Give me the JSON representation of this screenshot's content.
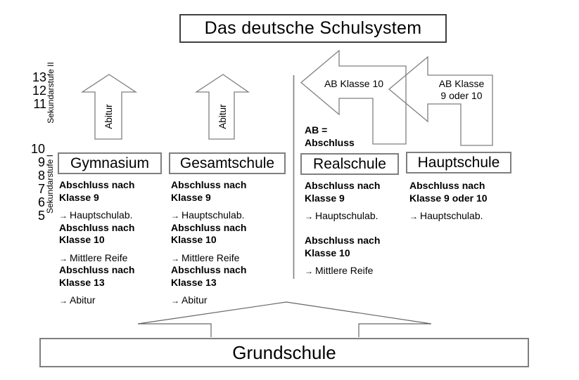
{
  "title": "Das deutsche Schulsystem",
  "bullet_glyph": "→",
  "colors": {
    "text": "#000000",
    "box_border": "#7f7f7f",
    "title_border": "#404040",
    "arrow_stroke": "#7f7f7f",
    "roof_stroke": "#666666"
  },
  "axis": {
    "sek2": {
      "label": "Sekundarstufe II",
      "grades": [
        "13",
        "12",
        "11"
      ]
    },
    "sek1": {
      "label": "Sekundarstufe I",
      "grades": [
        "10",
        "9",
        "8",
        "7",
        "6",
        "5"
      ]
    }
  },
  "abitur_arrows": {
    "left_label": "Abitur",
    "right_label": "Abitur"
  },
  "transfer_arrows": {
    "realschule": {
      "label": "AB Klasse 10"
    },
    "hauptschule": {
      "label_line1": "AB Klasse",
      "label_line2": "9 oder 10"
    }
  },
  "ab_note": {
    "line1": "AB =",
    "line2": "Abschluss"
  },
  "schools": [
    {
      "name": "Gymnasium",
      "lines": [
        {
          "t": "Abschluss nach",
          "s": "b"
        },
        {
          "t": "Klasse 9",
          "s": "b"
        },
        {
          "t": "Hauptschulab.",
          "s": "a"
        },
        {
          "t": "Abschluss nach",
          "s": "b"
        },
        {
          "t": "Klasse 10",
          "s": "b"
        },
        {
          "t": "Mittlere Reife",
          "s": "a"
        },
        {
          "t": "Abschluss nach",
          "s": "b"
        },
        {
          "t": "Klasse 13",
          "s": "b"
        },
        {
          "t": "Abitur",
          "s": "a"
        }
      ]
    },
    {
      "name": "Gesamtschule",
      "lines": [
        {
          "t": "Abschluss nach",
          "s": "b"
        },
        {
          "t": "Klasse 9",
          "s": "b"
        },
        {
          "t": "Hauptschulab.",
          "s": "a"
        },
        {
          "t": "Abschluss nach",
          "s": "b"
        },
        {
          "t": "Klasse 10",
          "s": "b"
        },
        {
          "t": "Mittlere Reife",
          "s": "a"
        },
        {
          "t": "Abschluss nach",
          "s": "b"
        },
        {
          "t": "Klasse 13",
          "s": "b"
        },
        {
          "t": "Abitur",
          "s": "a"
        }
      ]
    },
    {
      "name": "Realschule",
      "lines": [
        {
          "t": "Abschluss nach",
          "s": "b"
        },
        {
          "t": "Klasse 9",
          "s": "b"
        },
        {
          "t": "Hauptschulab.",
          "s": "a"
        },
        {
          "t": "",
          "s": ""
        },
        {
          "t": "Abschluss nach",
          "s": "b"
        },
        {
          "t": "Klasse 10",
          "s": "b"
        },
        {
          "t": "Mittlere Reife",
          "s": "a"
        }
      ]
    },
    {
      "name": "Hauptschule",
      "lines": [
        {
          "t": "Abschluss nach",
          "s": "b"
        },
        {
          "t": "Klasse 9 oder 10",
          "s": "b"
        },
        {
          "t": "Hauptschulab.",
          "s": "a"
        }
      ]
    }
  ],
  "grundschule": {
    "label": "Grundschule"
  }
}
